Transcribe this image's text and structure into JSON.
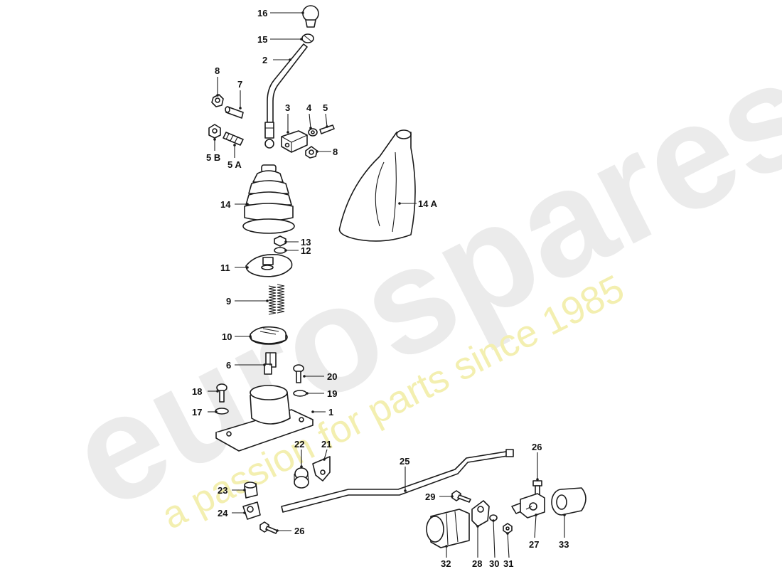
{
  "watermark": {
    "brand": "eurospares",
    "tagline": "a passion for parts since 1985"
  },
  "diagram": {
    "callouts": [
      {
        "id": "16",
        "label": "16"
      },
      {
        "id": "15",
        "label": "15"
      },
      {
        "id": "2",
        "label": "2"
      },
      {
        "id": "8a",
        "label": "8"
      },
      {
        "id": "7",
        "label": "7"
      },
      {
        "id": "3",
        "label": "3"
      },
      {
        "id": "4",
        "label": "4"
      },
      {
        "id": "5",
        "label": "5"
      },
      {
        "id": "8b",
        "label": "8"
      },
      {
        "id": "5b",
        "label": "5 B"
      },
      {
        "id": "5a",
        "label": "5 A"
      },
      {
        "id": "14",
        "label": "14"
      },
      {
        "id": "14a",
        "label": "14 A"
      },
      {
        "id": "13",
        "label": "13"
      },
      {
        "id": "12",
        "label": "12"
      },
      {
        "id": "11",
        "label": "11"
      },
      {
        "id": "9",
        "label": "9"
      },
      {
        "id": "10",
        "label": "10"
      },
      {
        "id": "6",
        "label": "6"
      },
      {
        "id": "20",
        "label": "20"
      },
      {
        "id": "18",
        "label": "18"
      },
      {
        "id": "19",
        "label": "19"
      },
      {
        "id": "17",
        "label": "17"
      },
      {
        "id": "1",
        "label": "1"
      },
      {
        "id": "22",
        "label": "22"
      },
      {
        "id": "21",
        "label": "21"
      },
      {
        "id": "25",
        "label": "25"
      },
      {
        "id": "26a",
        "label": "26"
      },
      {
        "id": "23",
        "label": "23"
      },
      {
        "id": "29",
        "label": "29"
      },
      {
        "id": "24",
        "label": "24"
      },
      {
        "id": "26b",
        "label": "26"
      },
      {
        "id": "32",
        "label": "32"
      },
      {
        "id": "28",
        "label": "28"
      },
      {
        "id": "30",
        "label": "30"
      },
      {
        "id": "31",
        "label": "31"
      },
      {
        "id": "27",
        "label": "27"
      },
      {
        "id": "33",
        "label": "33"
      }
    ]
  }
}
